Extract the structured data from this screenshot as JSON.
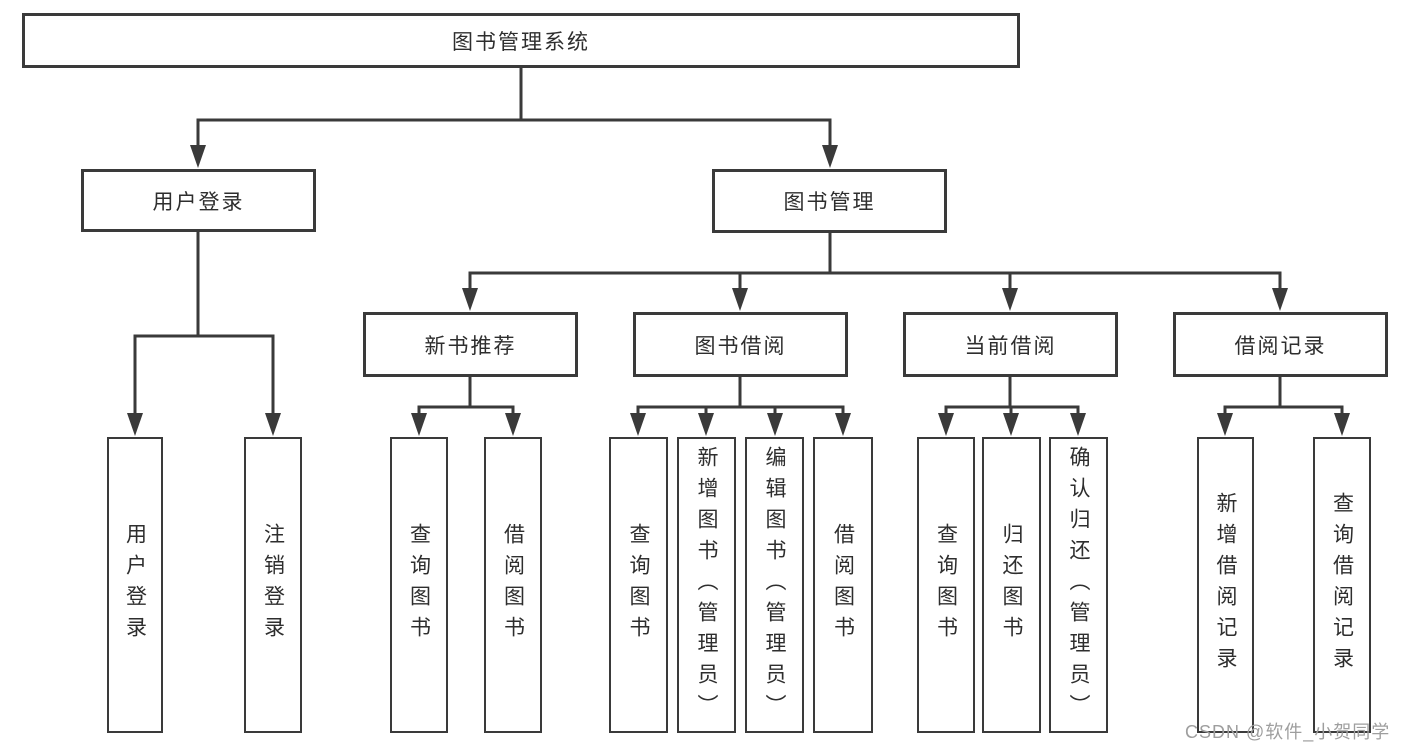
{
  "theme": {
    "background": "#ffffff",
    "line_color": "#3a3a3a",
    "text_color": "#2e2e2e",
    "watermark_color": "#9e9e9e"
  },
  "tree": {
    "root": {
      "label": "图书管理系统"
    },
    "level2": [
      {
        "label": "用户登录",
        "parent": "图书管理系统"
      },
      {
        "label": "图书管理",
        "parent": "图书管理系统"
      }
    ],
    "level3": [
      {
        "label": "新书推荐",
        "parent": "图书管理"
      },
      {
        "label": "图书借阅",
        "parent": "图书管理"
      },
      {
        "label": "当前借阅",
        "parent": "图书管理"
      },
      {
        "label": "借阅记录",
        "parent": "图书管理"
      }
    ],
    "leaves": [
      {
        "label": "用户登录",
        "parent": "用户登录"
      },
      {
        "label": "注销登录",
        "parent": "用户登录"
      },
      {
        "label": "查询图书",
        "parent": "新书推荐"
      },
      {
        "label": "借阅图书",
        "parent": "新书推荐"
      },
      {
        "label": "查询图书",
        "parent": "图书借阅"
      },
      {
        "label": "新增图书（管理员）",
        "parent": "图书借阅"
      },
      {
        "label": "编辑图书（管理员）",
        "parent": "图书借阅"
      },
      {
        "label": "借阅图书",
        "parent": "图书借阅"
      },
      {
        "label": "查询图书",
        "parent": "当前借阅"
      },
      {
        "label": "归还图书",
        "parent": "当前借阅"
      },
      {
        "label": "确认归还（管理员）",
        "parent": "当前借阅"
      },
      {
        "label": "新增借阅记录",
        "parent": "借阅记录"
      },
      {
        "label": "查询借阅记录",
        "parent": "借阅记录"
      }
    ]
  },
  "watermark": {
    "text": "CSDN @软件_小贺同学"
  }
}
